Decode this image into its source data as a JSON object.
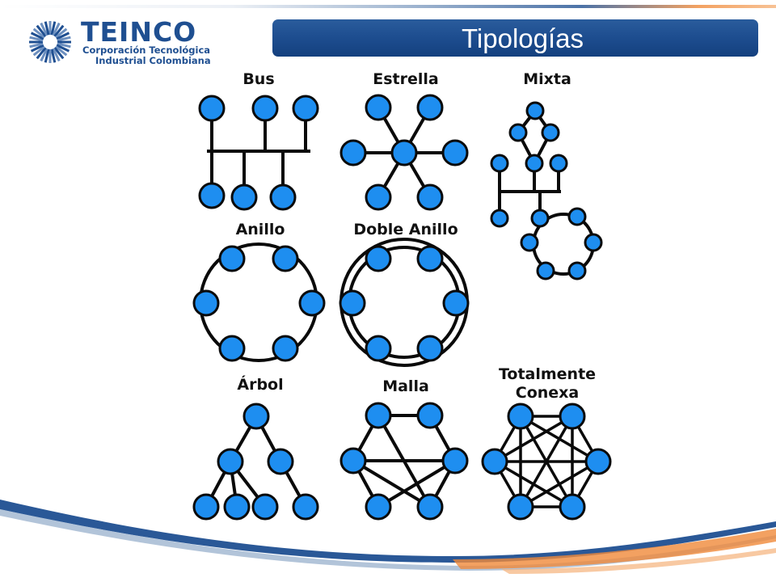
{
  "header": {
    "logo_name": "TEINCO",
    "logo_line1": "Corporación Tecnológica",
    "logo_line2": "Industrial Colombiana",
    "title": "Tipologías"
  },
  "topologies": [
    {
      "id": "bus",
      "label": "Bus"
    },
    {
      "id": "estrella",
      "label": "Estrella"
    },
    {
      "id": "mixta",
      "label": "Mixta"
    },
    {
      "id": "anillo",
      "label": "Anillo"
    },
    {
      "id": "doble-anillo",
      "label": "Doble Anillo"
    },
    {
      "id": "arbol",
      "label": "Árbol"
    },
    {
      "id": "malla",
      "label": "Malla"
    },
    {
      "id": "totalmente-conexa",
      "label_line1": "Totalmente",
      "label_line2": "Conexa"
    }
  ],
  "colors": {
    "node_fill": "#1e8ef0",
    "node_stroke": "#0a0a0a",
    "brand_blue": "#1f4f91",
    "accent_orange": "#f08a3a"
  }
}
